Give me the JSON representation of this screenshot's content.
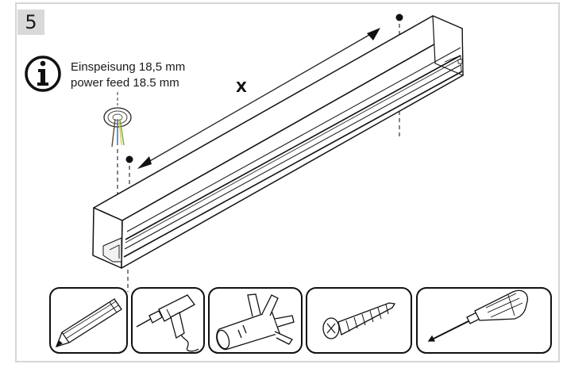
{
  "step": {
    "number": "5"
  },
  "info_note": {
    "icon": "info-icon",
    "line_de": "Einspeisung 18,5 mm",
    "line_en": "power feed 18.5 mm"
  },
  "dimension": {
    "label": "X"
  },
  "tools": [
    {
      "icon": "pencil-icon"
    },
    {
      "icon": "drill-icon"
    },
    {
      "icon": "wall-plug-icon"
    },
    {
      "icon": "screw-icon"
    },
    {
      "icon": "screwdriver-icon"
    }
  ]
}
